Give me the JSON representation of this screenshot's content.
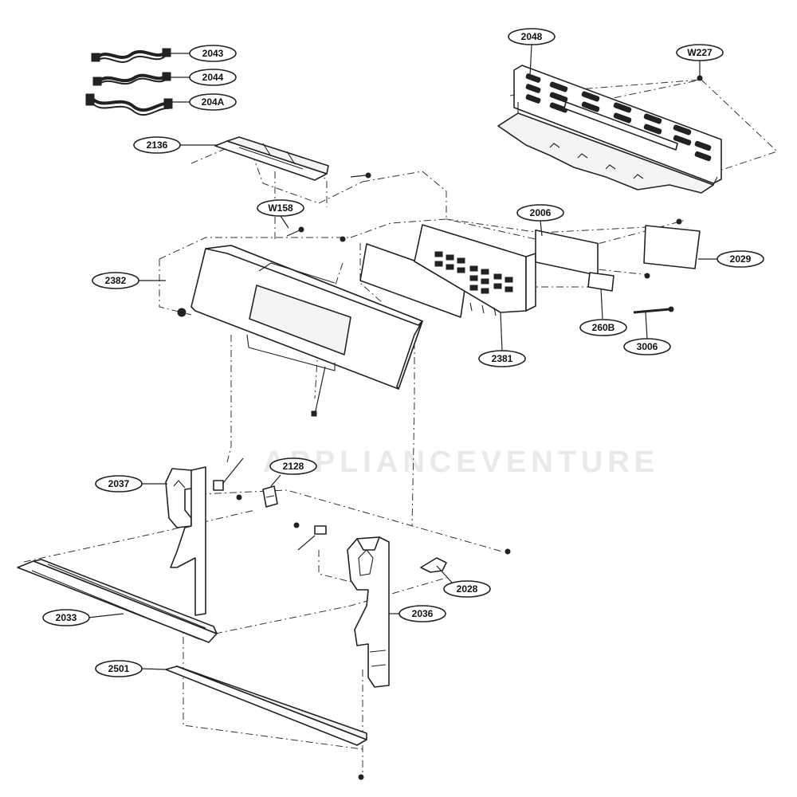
{
  "diagram": {
    "type": "exploded-parts-view",
    "watermark": "APPLIANCEVENTURE",
    "callouts": [
      {
        "id": "c2043",
        "label": "2043"
      },
      {
        "id": "c2044",
        "label": "2044"
      },
      {
        "id": "c204A",
        "label": "204A"
      },
      {
        "id": "c2048",
        "label": "2048"
      },
      {
        "id": "cW227",
        "label": "W227"
      },
      {
        "id": "c2136",
        "label": "2136"
      },
      {
        "id": "cW158",
        "label": "W158"
      },
      {
        "id": "c2006",
        "label": "2006"
      },
      {
        "id": "c2029",
        "label": "2029"
      },
      {
        "id": "c2382",
        "label": "2382"
      },
      {
        "id": "c260B",
        "label": "260B"
      },
      {
        "id": "c3006",
        "label": "3006"
      },
      {
        "id": "c2381",
        "label": "2381"
      },
      {
        "id": "c2128",
        "label": "2128"
      },
      {
        "id": "c2037",
        "label": "2037"
      },
      {
        "id": "c2028",
        "label": "2028"
      },
      {
        "id": "c2036",
        "label": "2036"
      },
      {
        "id": "c2033",
        "label": "2033"
      },
      {
        "id": "c2501",
        "label": "2501"
      }
    ]
  }
}
